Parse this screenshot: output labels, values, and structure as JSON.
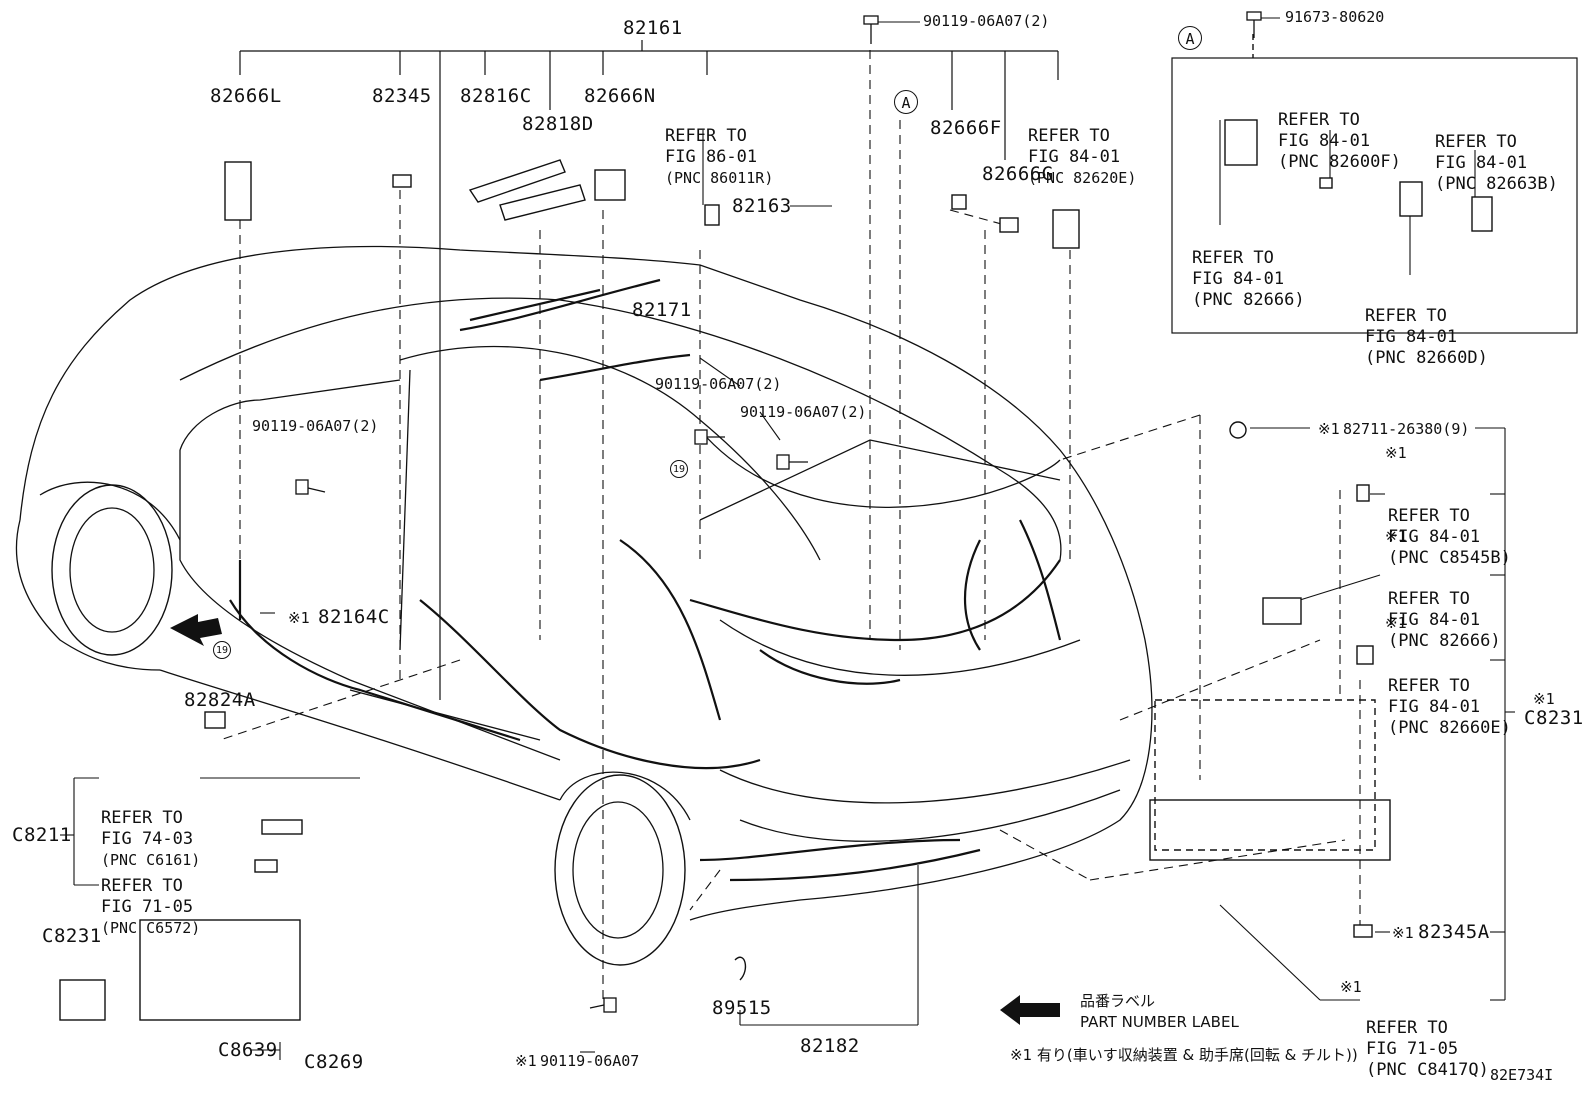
{
  "labels": {
    "p82161": "82161",
    "p82666L": "82666L",
    "p82345": "82345",
    "p82816C": "82816C",
    "p82818D": "82818D",
    "p82666N": "82666N",
    "p82163": "82163",
    "p82171": "82171",
    "p82666F": "82666F",
    "p82666G": "82666G",
    "p82164C": "82164C",
    "p82824A": "82824A",
    "pC8211": "C8211",
    "pC8231_left": "C8231",
    "pC8231_right": "C8231",
    "pC8639": "C8639",
    "pC8269": "C8269",
    "p89515": "89515",
    "p82182": "82182",
    "p82345A": "82345A",
    "bolt_top": "90119-06A07(2)",
    "bolt_inset": "91673-80620",
    "bolt_left": "90119-06A07(2)",
    "bolt_mid1": "90119-06A07(2)",
    "bolt_mid2": "90119-06A07(2)",
    "bolt_bottom": "90119-06A07",
    "clip_right": "82711-26380(9)",
    "circle_a": "A",
    "circle_19": "19",
    "mark": "※1",
    "figure_code": "82E734I"
  },
  "refs": {
    "ref_86_01": {
      "line1": "REFER TO",
      "line2": "FIG 86-01",
      "pnc": "(PNC 86011R)"
    },
    "ref_84_01_82620E": {
      "line1": "REFER TO",
      "line2": "FIG 84-01",
      "pnc": "(PNC 82620E)"
    },
    "inset_82600F": {
      "line1": "REFER TO",
      "line2": "FIG 84-01",
      "pnc": "(PNC 82600F)"
    },
    "inset_82663B": {
      "line1": "REFER TO",
      "line2": "FIG 84-01",
      "pnc": "(PNC 82663B)"
    },
    "inset_82666": {
      "line1": "REFER TO",
      "line2": "FIG 84-01",
      "pnc": "(PNC 82666)"
    },
    "inset_82660D": {
      "line1": "REFER TO",
      "line2": "FIG 84-01",
      "pnc": "(PNC 82660D)"
    },
    "right_C8545B": {
      "line1": "REFER TO",
      "line2": "FIG 84-01",
      "pnc": "(PNC C8545B)"
    },
    "right_82666": {
      "line1": "REFER TO",
      "line2": "FIG 84-01",
      "pnc": "(PNC 82666)"
    },
    "right_82660E": {
      "line1": "REFER TO",
      "line2": "FIG 84-01",
      "pnc": "(PNC 82660E)"
    },
    "right_C8417Q": {
      "line1": "REFER TO",
      "line2": "FIG 71-05",
      "pnc": "(PNC C8417Q)"
    },
    "left_C6161": {
      "line1": "REFER TO",
      "line2": "FIG 74-03",
      "pnc": "(PNC C6161)"
    },
    "left_C6572": {
      "line1": "REFER TO",
      "line2": "FIG 71-05",
      "pnc": "(PNC C6572)"
    }
  },
  "legend": {
    "jp_label": "品番ラベル",
    "en_label": "PART NUMBER LABEL",
    "footnote": "※1 有り(車いす収納装置 & 助手席(回転 & チルト))"
  }
}
